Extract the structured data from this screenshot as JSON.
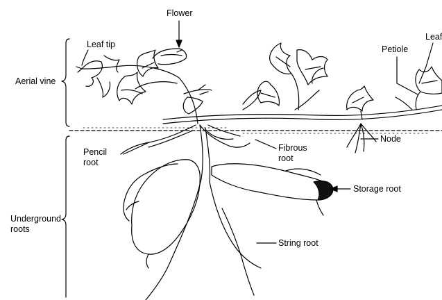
{
  "labels": {
    "flower": "Flower",
    "leaf_tip": "Leaf tip",
    "leaf": "Leaf",
    "petiole": "Petiole",
    "aerial_vine": "Aerial vine",
    "pencil_root": {
      "line1": "Pencil",
      "line2": "root"
    },
    "fibrous_root": {
      "line1": "Fibrous",
      "line2": "root"
    },
    "node": "Node",
    "storage_root": "Storage root",
    "underground_roots": {
      "line1": "Underground",
      "line2": "roots"
    },
    "string_root": "String root"
  },
  "colors": {
    "ink": "#000000",
    "background": "#ffffff",
    "storage_root_tip": "#111111"
  }
}
